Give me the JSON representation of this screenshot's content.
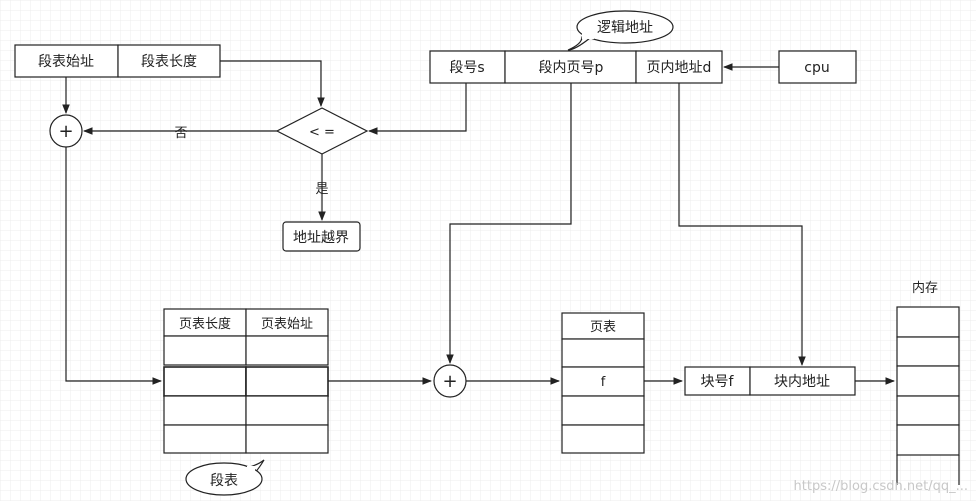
{
  "colors": {
    "background": "#ffffff",
    "grid": "#e8e8e8",
    "line": "#222222"
  },
  "segment_register": {
    "start_label": "段表始址",
    "length_label": "段表长度"
  },
  "logical_address": {
    "callout": "逻辑地址",
    "segment_no": "段号s",
    "page_no": "段内页号p",
    "offset": "页内地址d"
  },
  "cpu": "cpu",
  "compare": {
    "symbol": "< =",
    "no_label": "否",
    "yes_label": "是"
  },
  "overflow": "地址越界",
  "segment_table": {
    "headers": [
      "页表长度",
      "页表始址"
    ],
    "callout": "段表"
  },
  "page_table": {
    "header": "页表",
    "frame_entry": "f"
  },
  "physical_address": {
    "frame": "块号f",
    "offset": "块内地址"
  },
  "memory": {
    "label": "内存"
  },
  "adder_symbol": "+",
  "watermark": "https://blog.csdn.net/qq_..."
}
